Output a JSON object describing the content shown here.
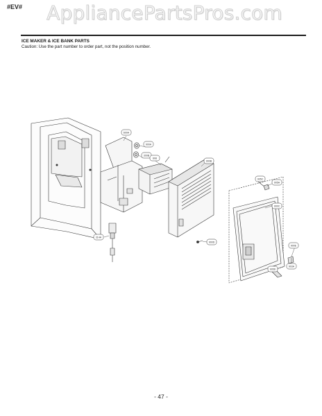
{
  "header": {
    "code": "#EV#",
    "watermark": "AppliancePartsPros.com"
  },
  "section": {
    "title": "ICE MAKER & ICE BANK PARTS",
    "caution": "Caution: Use the part number to order part, not the position number."
  },
  "callouts": [
    "600A",
    "900A",
    "300B",
    "608",
    "900B",
    "905A",
    "900C",
    "314A",
    "900D",
    "900E",
    "903A",
    "905C",
    "905D"
  ],
  "footer": {
    "page_number": "- 47 -"
  }
}
